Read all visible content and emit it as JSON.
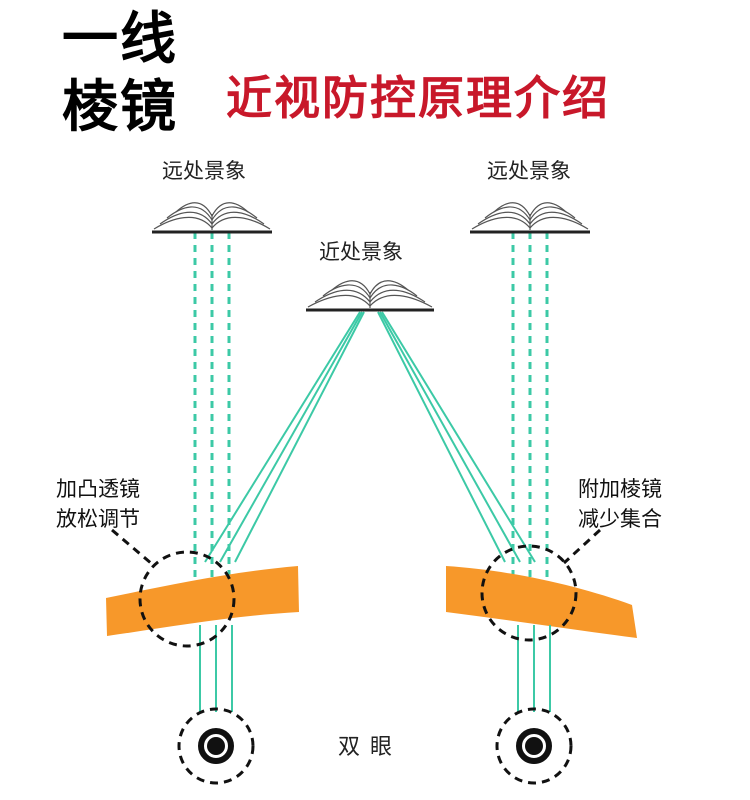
{
  "title": {
    "line1": "一线",
    "line2": "棱镜",
    "headline": "近视防控原理介绍"
  },
  "labels": {
    "far_left": "远处景象",
    "far_right": "远处景象",
    "near": "近处景象",
    "eyes": "双眼"
  },
  "notes": {
    "left_line1": "加凸透镜",
    "left_line2": "放松调节",
    "right_line1": "附加棱镜",
    "right_line2": "减少集合"
  },
  "colors": {
    "headline": "#c8182a",
    "ray": "#3cc9a6",
    "lens": "#f7982a",
    "book": "#555555",
    "eye": "#111111"
  }
}
